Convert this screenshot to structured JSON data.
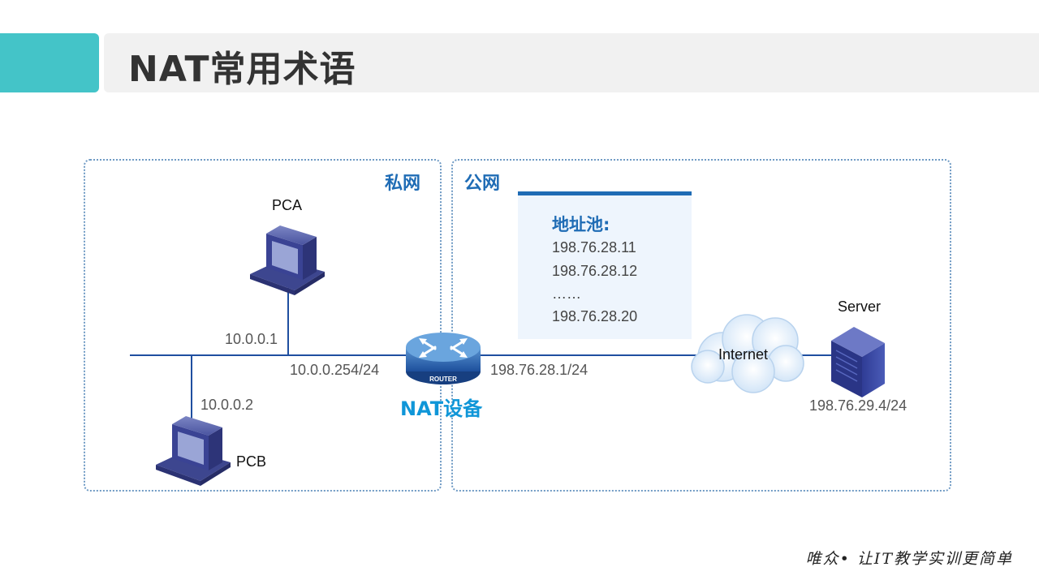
{
  "header": {
    "title": "NAT常用术语"
  },
  "zones": {
    "private_label": "私网",
    "public_label": "公网"
  },
  "address_pool": {
    "title": "地址池:",
    "items": [
      "198.76.28.11",
      "198.76.28.12",
      "……",
      "198.76.28.20"
    ]
  },
  "nodes": {
    "pca": {
      "name": "PCA",
      "ip": "10.0.0.1"
    },
    "pcb": {
      "name": "PCB",
      "ip": "10.0.0.2"
    },
    "nat": {
      "name": "NAT设备",
      "inside_ip": "10.0.0.254/24",
      "outside_ip": "198.76.28.1/24",
      "badge": "ROUTER"
    },
    "internet": {
      "name": "Internet"
    },
    "server": {
      "name": "Server",
      "ip": "198.76.29.4/24"
    }
  },
  "footer": {
    "slogan": "唯众• 让IT教学实训更简单"
  }
}
